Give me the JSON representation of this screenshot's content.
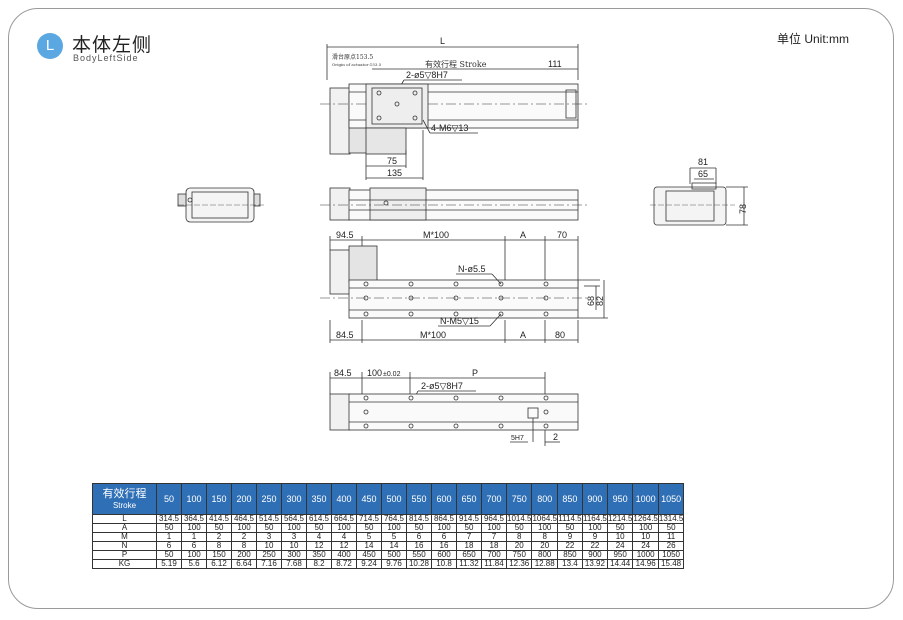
{
  "header": {
    "badge_letter": "L",
    "title_cn": "本体左侧",
    "title_en": "BodyLeftSide",
    "unit": "单位 Unit:mm"
  },
  "drawing": {
    "labels": {
      "L": "L",
      "origin_cn": "滑台原点153.5",
      "origin_en": "Origin of actuator:153.5",
      "stroke": "有效行程 Stroke",
      "d111": "111",
      "pin_holes": "2-ø5▽8H7",
      "m6_holes": "4-M6▽13",
      "d75": "75",
      "d135": "135",
      "d81": "81",
      "d65": "65",
      "d78": "78",
      "d94_5": "94.5",
      "m100_top": "M*100",
      "a_top": "A",
      "d70": "70",
      "n_holes": "N-ø5.5",
      "d68": "68",
      "d82": "82",
      "n_m5": "N-M5▽15",
      "d84_5_bottom": "84.5",
      "m100_bottom": "M*100",
      "a_bottom": "A",
      "d80": "80",
      "d84_5_lower": "84.5",
      "tol_base": "100",
      "tol_val": "±0.02",
      "p_label": "P",
      "pin_holes_lower": "2-ø5▽8H7",
      "d5h7": "5H7",
      "d2": "2"
    }
  },
  "table": {
    "header_cn": "有效行程",
    "header_en": "Stroke",
    "strokes": [
      "50",
      "100",
      "150",
      "200",
      "250",
      "300",
      "350",
      "400",
      "450",
      "500",
      "550",
      "600",
      "650",
      "700",
      "750",
      "800",
      "850",
      "900",
      "950",
      "1000",
      "1050"
    ],
    "rows": [
      {
        "label": "L",
        "values": [
          "314.5",
          "364.5",
          "414.5",
          "464.5",
          "514.5",
          "564.5",
          "614.5",
          "664.5",
          "714.5",
          "764.5",
          "814.5",
          "864.5",
          "914.5",
          "964.5",
          "1014.5",
          "1064.5",
          "1114.5",
          "1164.5",
          "1214.5",
          "1264.5",
          "1314.5"
        ]
      },
      {
        "label": "A",
        "values": [
          "50",
          "100",
          "50",
          "100",
          "50",
          "100",
          "50",
          "100",
          "50",
          "100",
          "50",
          "100",
          "50",
          "100",
          "50",
          "100",
          "50",
          "100",
          "50",
          "100",
          "50"
        ]
      },
      {
        "label": "M",
        "values": [
          "1",
          "1",
          "2",
          "2",
          "3",
          "3",
          "4",
          "4",
          "5",
          "5",
          "6",
          "6",
          "7",
          "7",
          "8",
          "8",
          "9",
          "9",
          "10",
          "10",
          "11"
        ]
      },
      {
        "label": "N",
        "values": [
          "6",
          "6",
          "8",
          "8",
          "10",
          "10",
          "12",
          "12",
          "14",
          "14",
          "16",
          "16",
          "18",
          "18",
          "20",
          "20",
          "22",
          "22",
          "24",
          "24",
          "26"
        ]
      },
      {
        "label": "P",
        "values": [
          "50",
          "100",
          "150",
          "200",
          "250",
          "300",
          "350",
          "400",
          "450",
          "500",
          "550",
          "600",
          "650",
          "700",
          "750",
          "800",
          "850",
          "900",
          "950",
          "1000",
          "1050"
        ]
      },
      {
        "label": "KG",
        "values": [
          "5.19",
          "5.6",
          "6.12",
          "6.64",
          "7.16",
          "7.68",
          "8.2",
          "8.72",
          "9.24",
          "9.76",
          "10.28",
          "10.8",
          "11.32",
          "11.84",
          "12.36",
          "12.88",
          "13.4",
          "13.92",
          "14.44",
          "14.96",
          "15.48"
        ]
      }
    ]
  }
}
